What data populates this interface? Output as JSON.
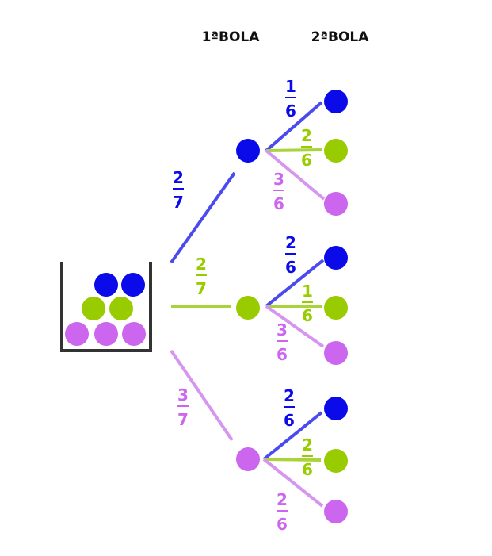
{
  "headers": {
    "first": "1ªBOLA",
    "second": "2ªBOLA"
  },
  "colors": {
    "blue": "#0b0bea",
    "blue_branch": "#4a4aee",
    "green": "#99cc00",
    "green_branch": "#a8d33a",
    "purple": "#cc66ee",
    "purple_branch": "#d695ee",
    "urn": "#333333"
  },
  "urn": {
    "balls": [
      "blue",
      "blue",
      "green",
      "green",
      "purple",
      "purple",
      "purple"
    ]
  },
  "first_level": [
    {
      "color": "blue",
      "num": "2",
      "den": "7"
    },
    {
      "color": "green",
      "num": "2",
      "den": "7"
    },
    {
      "color": "purple",
      "num": "3",
      "den": "7"
    }
  ],
  "second_level": [
    [
      {
        "color": "blue",
        "num": "1",
        "den": "6"
      },
      {
        "color": "green",
        "num": "2",
        "den": "6"
      },
      {
        "color": "purple",
        "num": "3",
        "den": "6"
      }
    ],
    [
      {
        "color": "blue",
        "num": "2",
        "den": "6"
      },
      {
        "color": "green",
        "num": "1",
        "den": "6"
      },
      {
        "color": "purple",
        "num": "3",
        "den": "6"
      }
    ],
    [
      {
        "color": "blue",
        "num": "2",
        "den": "6"
      },
      {
        "color": "green",
        "num": "2",
        "den": "6"
      },
      {
        "color": "purple",
        "num": "2",
        "den": "6"
      }
    ]
  ]
}
